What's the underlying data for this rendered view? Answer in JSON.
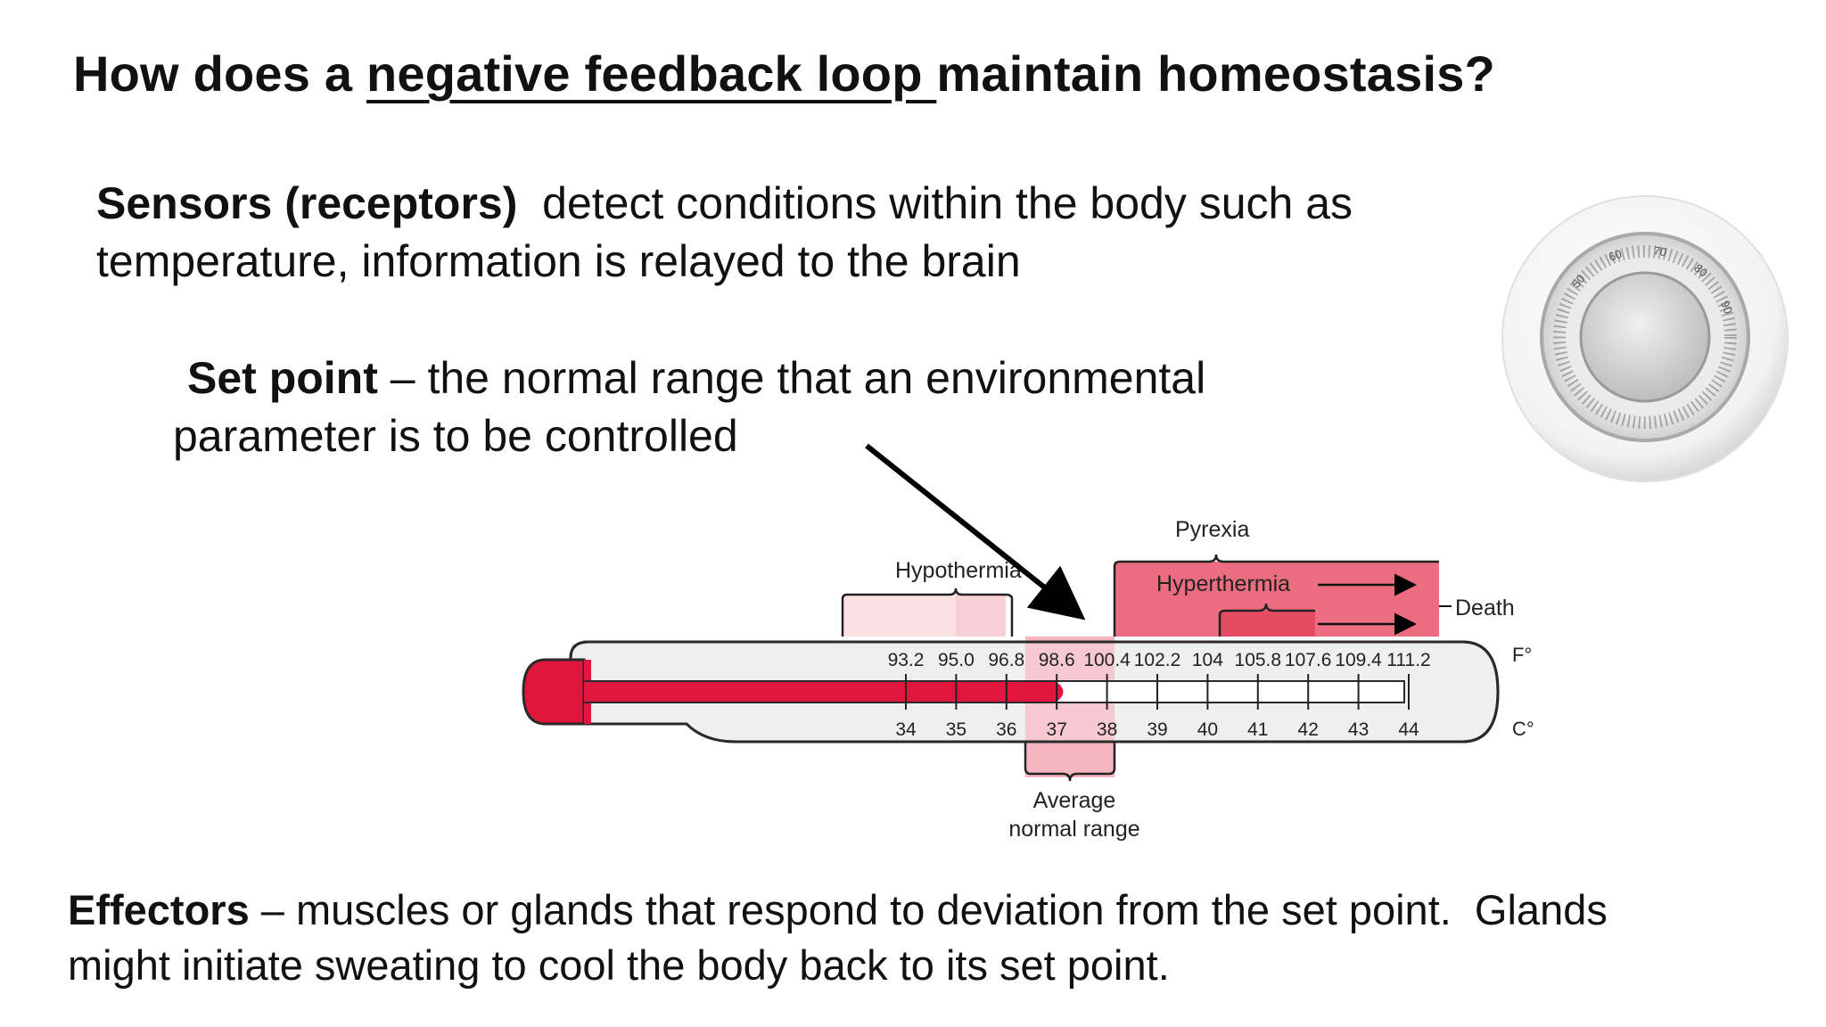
{
  "title": {
    "pre": "How does a ",
    "underlined": "negative feedback loop ",
    "post": "maintain homeostasis?"
  },
  "sensors": {
    "term": "Sensors (receptors)",
    "line1_rest": "  detect conditions within the body such as",
    "line2": "temperature, information is relayed to the brain"
  },
  "set_point": {
    "term": "Set point",
    "line1_rest": " – the normal range that an environmental",
    "line2": "parameter is to be controlled"
  },
  "effectors": {
    "term": "Effectors",
    "line1_rest": " – muscles or glands that respond to deviation from the set point.  Glands",
    "line2": "might initiate sweating to cool the body back to its set point."
  },
  "thermometer": {
    "fahrenheit_ticks": [
      "93.2",
      "95.0",
      "96.8",
      "98.6",
      "100.4",
      "102.2",
      "104",
      "105.8",
      "107.6",
      "109.4",
      "111.2"
    ],
    "celsius_ticks": [
      "34",
      "35",
      "36",
      "37",
      "38",
      "39",
      "40",
      "41",
      "42",
      "43",
      "44"
    ],
    "unit_f": "F°",
    "unit_c": "C°",
    "labels": {
      "hypothermia": "Hypothermia",
      "pyrexia": "Pyrexia",
      "hyperthermia": "Hyperthermia",
      "death": "Death",
      "average_line1": "Average",
      "average_line2": "normal range"
    },
    "colors": {
      "mercury": "#e0163f",
      "range_light": "#f9d3d8",
      "range_mid": "#f6b9c2",
      "pyrexia": "#ec6679",
      "hyperthermia": "#e8425a"
    }
  },
  "thermostat_dial": {
    "numbers": [
      "50",
      "60",
      "70",
      "80",
      "90"
    ]
  }
}
